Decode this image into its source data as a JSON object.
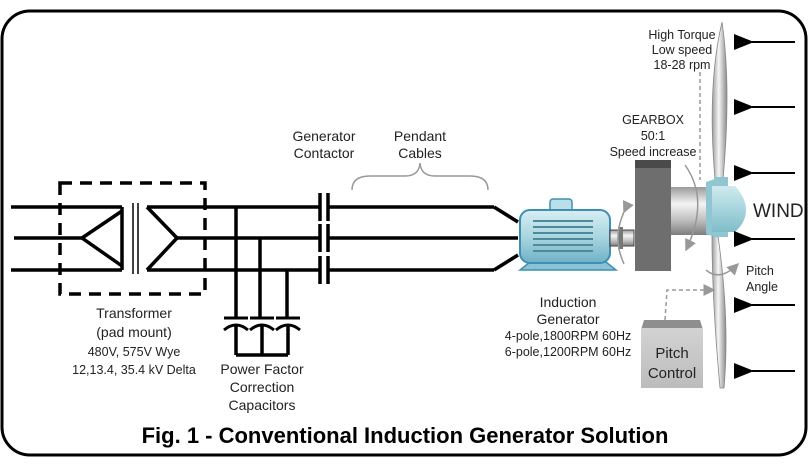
{
  "figure": {
    "caption": "Fig. 1 - Conventional Induction Generator Solution"
  },
  "components": {
    "transformer": {
      "title": "Transformer",
      "subtitle": "(pad mount)",
      "spec_line1": "480V, 575V Wye",
      "spec_line2": "12,13.4, 35.4 kV Delta"
    },
    "capacitors": {
      "line1": "Power Factor",
      "line2": "Correction",
      "line3": "Capacitors"
    },
    "contactor": {
      "line1": "Generator",
      "line2": "Contactor"
    },
    "cables": {
      "line1": "Pendant",
      "line2": "Cables"
    },
    "generator": {
      "line1": "Induction",
      "line2": "Generator",
      "spec_line1": "4-pole,1800RPM 60Hz",
      "spec_line2": "6-pole,1200RPM 60Hz"
    },
    "gearbox": {
      "line1": "GEARBOX",
      "line2": "50:1",
      "line3": "Speed increase"
    },
    "rotor": {
      "line1": "High Torque",
      "line2": "Low speed",
      "line3": "18-28 rpm"
    },
    "pitch": {
      "angle_line1": "Pitch",
      "angle_line2": "Angle",
      "control_line1": "Pitch",
      "control_line2": "Control"
    },
    "wind": {
      "label": "WIND",
      "arrow_count": 6
    }
  },
  "colors": {
    "frame": "#000000",
    "line": "#000000",
    "generator_body": "#a9d6e0",
    "generator_dark": "#3f8fb3",
    "gearbox": "#6e6e6e",
    "gearbox_top": "#4a4a4a",
    "hub": "#a6d5dd",
    "shaft": "#c9c9c9",
    "pitch_box": "#c8c8c8",
    "pitch_box_top": "#8e8e8e",
    "annotation": "#999999",
    "blade": "#d8d8d8"
  }
}
